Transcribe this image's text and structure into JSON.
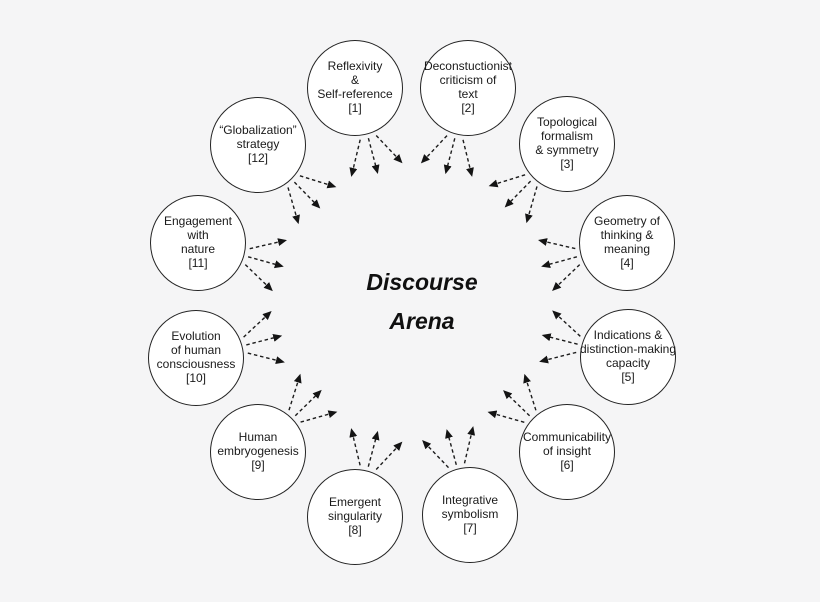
{
  "diagram": {
    "center_title": {
      "line1": "Discourse",
      "line2": "Arena"
    },
    "arrows": {
      "per_node": 3,
      "style": "dashed",
      "direction": "inward",
      "color": "#1c1c1c"
    },
    "colors": {
      "background": "#f5f5f6",
      "circle_fill": "#ffffff",
      "circle_stroke": "#242424",
      "text": "#1a1a1a"
    }
  },
  "nodes": [
    {
      "id": "1",
      "label": "Reflexivity & Self-reference",
      "lines": [
        "Reflexivity",
        "&",
        "Self-reference",
        "[1]"
      ]
    },
    {
      "id": "2",
      "label": "Deconstuctionist criticism of text",
      "lines": [
        "Deconstuctionist",
        "criticism of",
        "text",
        "[2]"
      ]
    },
    {
      "id": "3",
      "label": "Topological formalism & symmetry",
      "lines": [
        "Topological",
        "formalism",
        "& symmetry",
        "[3]"
      ]
    },
    {
      "id": "4",
      "label": "Geometry of thinking & meaning",
      "lines": [
        "Geometry of",
        "thinking &",
        "meaning",
        "[4]"
      ]
    },
    {
      "id": "5",
      "label": "Indications & distinction-making capacity",
      "lines": [
        "Indications &",
        "distinction-making",
        "capacity",
        "[5]"
      ]
    },
    {
      "id": "6",
      "label": "Communicability of insight",
      "lines": [
        "Communicability",
        "of insight",
        "[6]"
      ]
    },
    {
      "id": "7",
      "label": "Integrative symbolism",
      "lines": [
        "Integrative",
        "symbolism",
        "[7]"
      ]
    },
    {
      "id": "8",
      "label": "Emergent singularity",
      "lines": [
        "Emergent",
        "singularity",
        "[8]"
      ]
    },
    {
      "id": "9",
      "label": "Human embryogenesis",
      "lines": [
        "Human",
        "embryogenesis",
        "[9]"
      ]
    },
    {
      "id": "10",
      "label": "Evolution of human consciousness",
      "lines": [
        "Evolution",
        "of human",
        "consciousness",
        "[10]"
      ]
    },
    {
      "id": "11",
      "label": "Engagement with nature",
      "lines": [
        "Engagement",
        "with",
        "nature",
        "[11]"
      ]
    },
    {
      "id": "12",
      "label": "“Globalization” strategy",
      "lines": [
        "“Globalization”",
        "strategy",
        "[12]"
      ]
    }
  ]
}
